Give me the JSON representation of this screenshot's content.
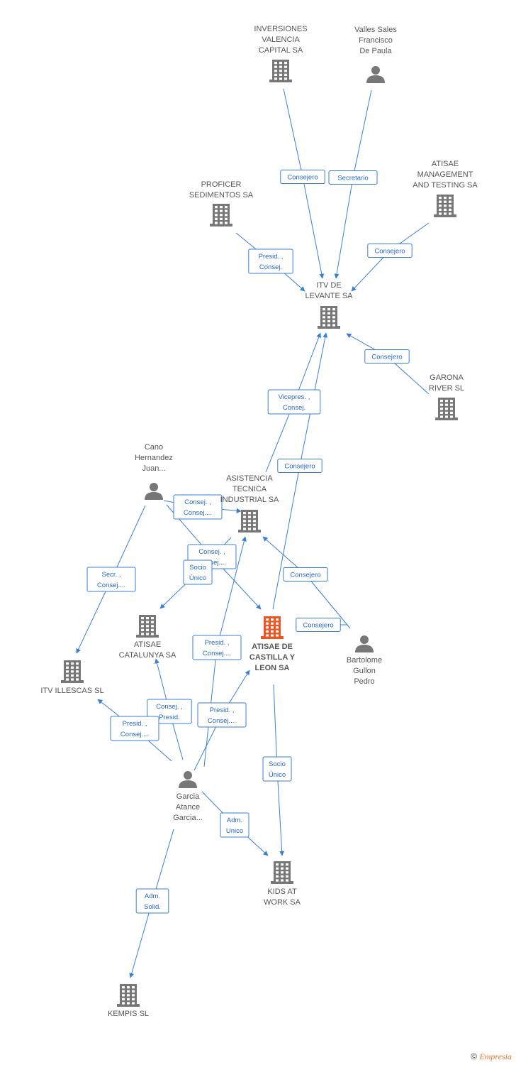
{
  "colors": {
    "edge": "#3a7fd5",
    "node": "#777777",
    "focus": "#ee5522"
  },
  "nodes": [
    {
      "id": "inversiones",
      "type": "company",
      "lines": [
        "INVERSIONES",
        "VALENCIA",
        "CAPITAL SA"
      ]
    },
    {
      "id": "valles",
      "type": "person",
      "lines": [
        "Valles Sales",
        "Francisco",
        "De Paula"
      ]
    },
    {
      "id": "atisae_mgmt",
      "type": "company",
      "lines": [
        "ATISAE",
        "MANAGEMENT",
        "AND TESTING SA"
      ]
    },
    {
      "id": "proficer",
      "type": "company",
      "lines": [
        "PROFICER",
        "SEDIMENTOS SA"
      ]
    },
    {
      "id": "itv_levante",
      "type": "company",
      "lines": [
        "ITV DE",
        "LEVANTE SA"
      ]
    },
    {
      "id": "garona",
      "type": "company",
      "lines": [
        "GARONA",
        "RIVER  SL"
      ]
    },
    {
      "id": "cano",
      "type": "person",
      "lines": [
        "Cano",
        "Hernandez",
        "Juan..."
      ]
    },
    {
      "id": "asistencia",
      "type": "company",
      "lines": [
        "ASISTENCIA",
        "TECNICA",
        "INDUSTRIAL SA"
      ]
    },
    {
      "id": "atisae_cyl",
      "type": "company",
      "focus": true,
      "lines": [
        "ATISAE DE",
        "CASTILLA Y",
        "LEON SA"
      ]
    },
    {
      "id": "bartolome",
      "type": "person",
      "lines": [
        "Bartolome",
        "Gullon",
        "Pedro"
      ]
    },
    {
      "id": "atisae_cat",
      "type": "company",
      "lines": [
        "ATISAE",
        "CATALUNYA SA"
      ]
    },
    {
      "id": "itv_illescas",
      "type": "company",
      "lines": [
        "ITV ILLESCAS SL"
      ]
    },
    {
      "id": "garcia",
      "type": "person",
      "lines": [
        "Garcia",
        "Atance",
        "Garcia..."
      ]
    },
    {
      "id": "kids",
      "type": "company",
      "lines": [
        "KIDS AT",
        "WORK SA"
      ]
    },
    {
      "id": "kempis",
      "type": "company",
      "lines": [
        "KEMPIS SL"
      ]
    }
  ],
  "edges": [
    {
      "from": "inversiones",
      "to": "itv_levante",
      "label": [
        "Consejero"
      ]
    },
    {
      "from": "valles",
      "to": "itv_levante",
      "label": [
        "Secretario"
      ]
    },
    {
      "from": "atisae_mgmt",
      "to": "itv_levante",
      "label": [
        "Consejero"
      ]
    },
    {
      "from": "proficer",
      "to": "itv_levante",
      "label": [
        "Presid. ,",
        "Consej."
      ]
    },
    {
      "from": "garona",
      "to": "itv_levante",
      "label": [
        "Consejero"
      ]
    },
    {
      "from": "asistencia",
      "to": "itv_levante",
      "label": [
        "Vicepres. ,",
        "Consej."
      ]
    },
    {
      "from": "atisae_cyl",
      "to": "itv_levante",
      "label": [
        "Consejero"
      ]
    },
    {
      "from": "cano",
      "to": "asistencia",
      "label": [
        "Consej. ,",
        "Consej...."
      ]
    },
    {
      "from": "cano",
      "to": "atisae_cyl",
      "label": [
        "Consej. ,",
        "Consej...."
      ]
    },
    {
      "from": "cano",
      "to": "itv_illescas",
      "label": [
        "Secr. ,",
        "Consej...."
      ]
    },
    {
      "from": "bartolome",
      "to": "asistencia",
      "label": [
        "Consejero"
      ]
    },
    {
      "from": "bartolome",
      "to": "atisae_cyl",
      "label": [
        "Consejero"
      ]
    },
    {
      "from": "asistencia",
      "to": "atisae_cat",
      "label": [
        "Socio",
        "Único"
      ]
    },
    {
      "from": "garcia",
      "to": "asistencia",
      "label": [
        "Presid. ,",
        "Consej...."
      ]
    },
    {
      "from": "garcia",
      "to": "atisae_cyl",
      "label": [
        "Presid. ,",
        "Consej...."
      ]
    },
    {
      "from": "garcia",
      "to": "atisae_cat",
      "label": [
        "Consej. ,",
        "Presid."
      ]
    },
    {
      "from": "garcia",
      "to": "itv_illescas",
      "label": [
        "Presid. ,",
        "Consej...."
      ]
    },
    {
      "from": "garcia",
      "to": "kids",
      "label": [
        "Adm.",
        "Unico"
      ]
    },
    {
      "from": "garcia",
      "to": "kempis",
      "label": [
        "Adm.",
        "Solid."
      ]
    },
    {
      "from": "atisae_cyl",
      "to": "kids",
      "label": [
        "Socio",
        "Único"
      ]
    }
  ],
  "footer": {
    "symbol": "©",
    "brand": "Empresia"
  }
}
